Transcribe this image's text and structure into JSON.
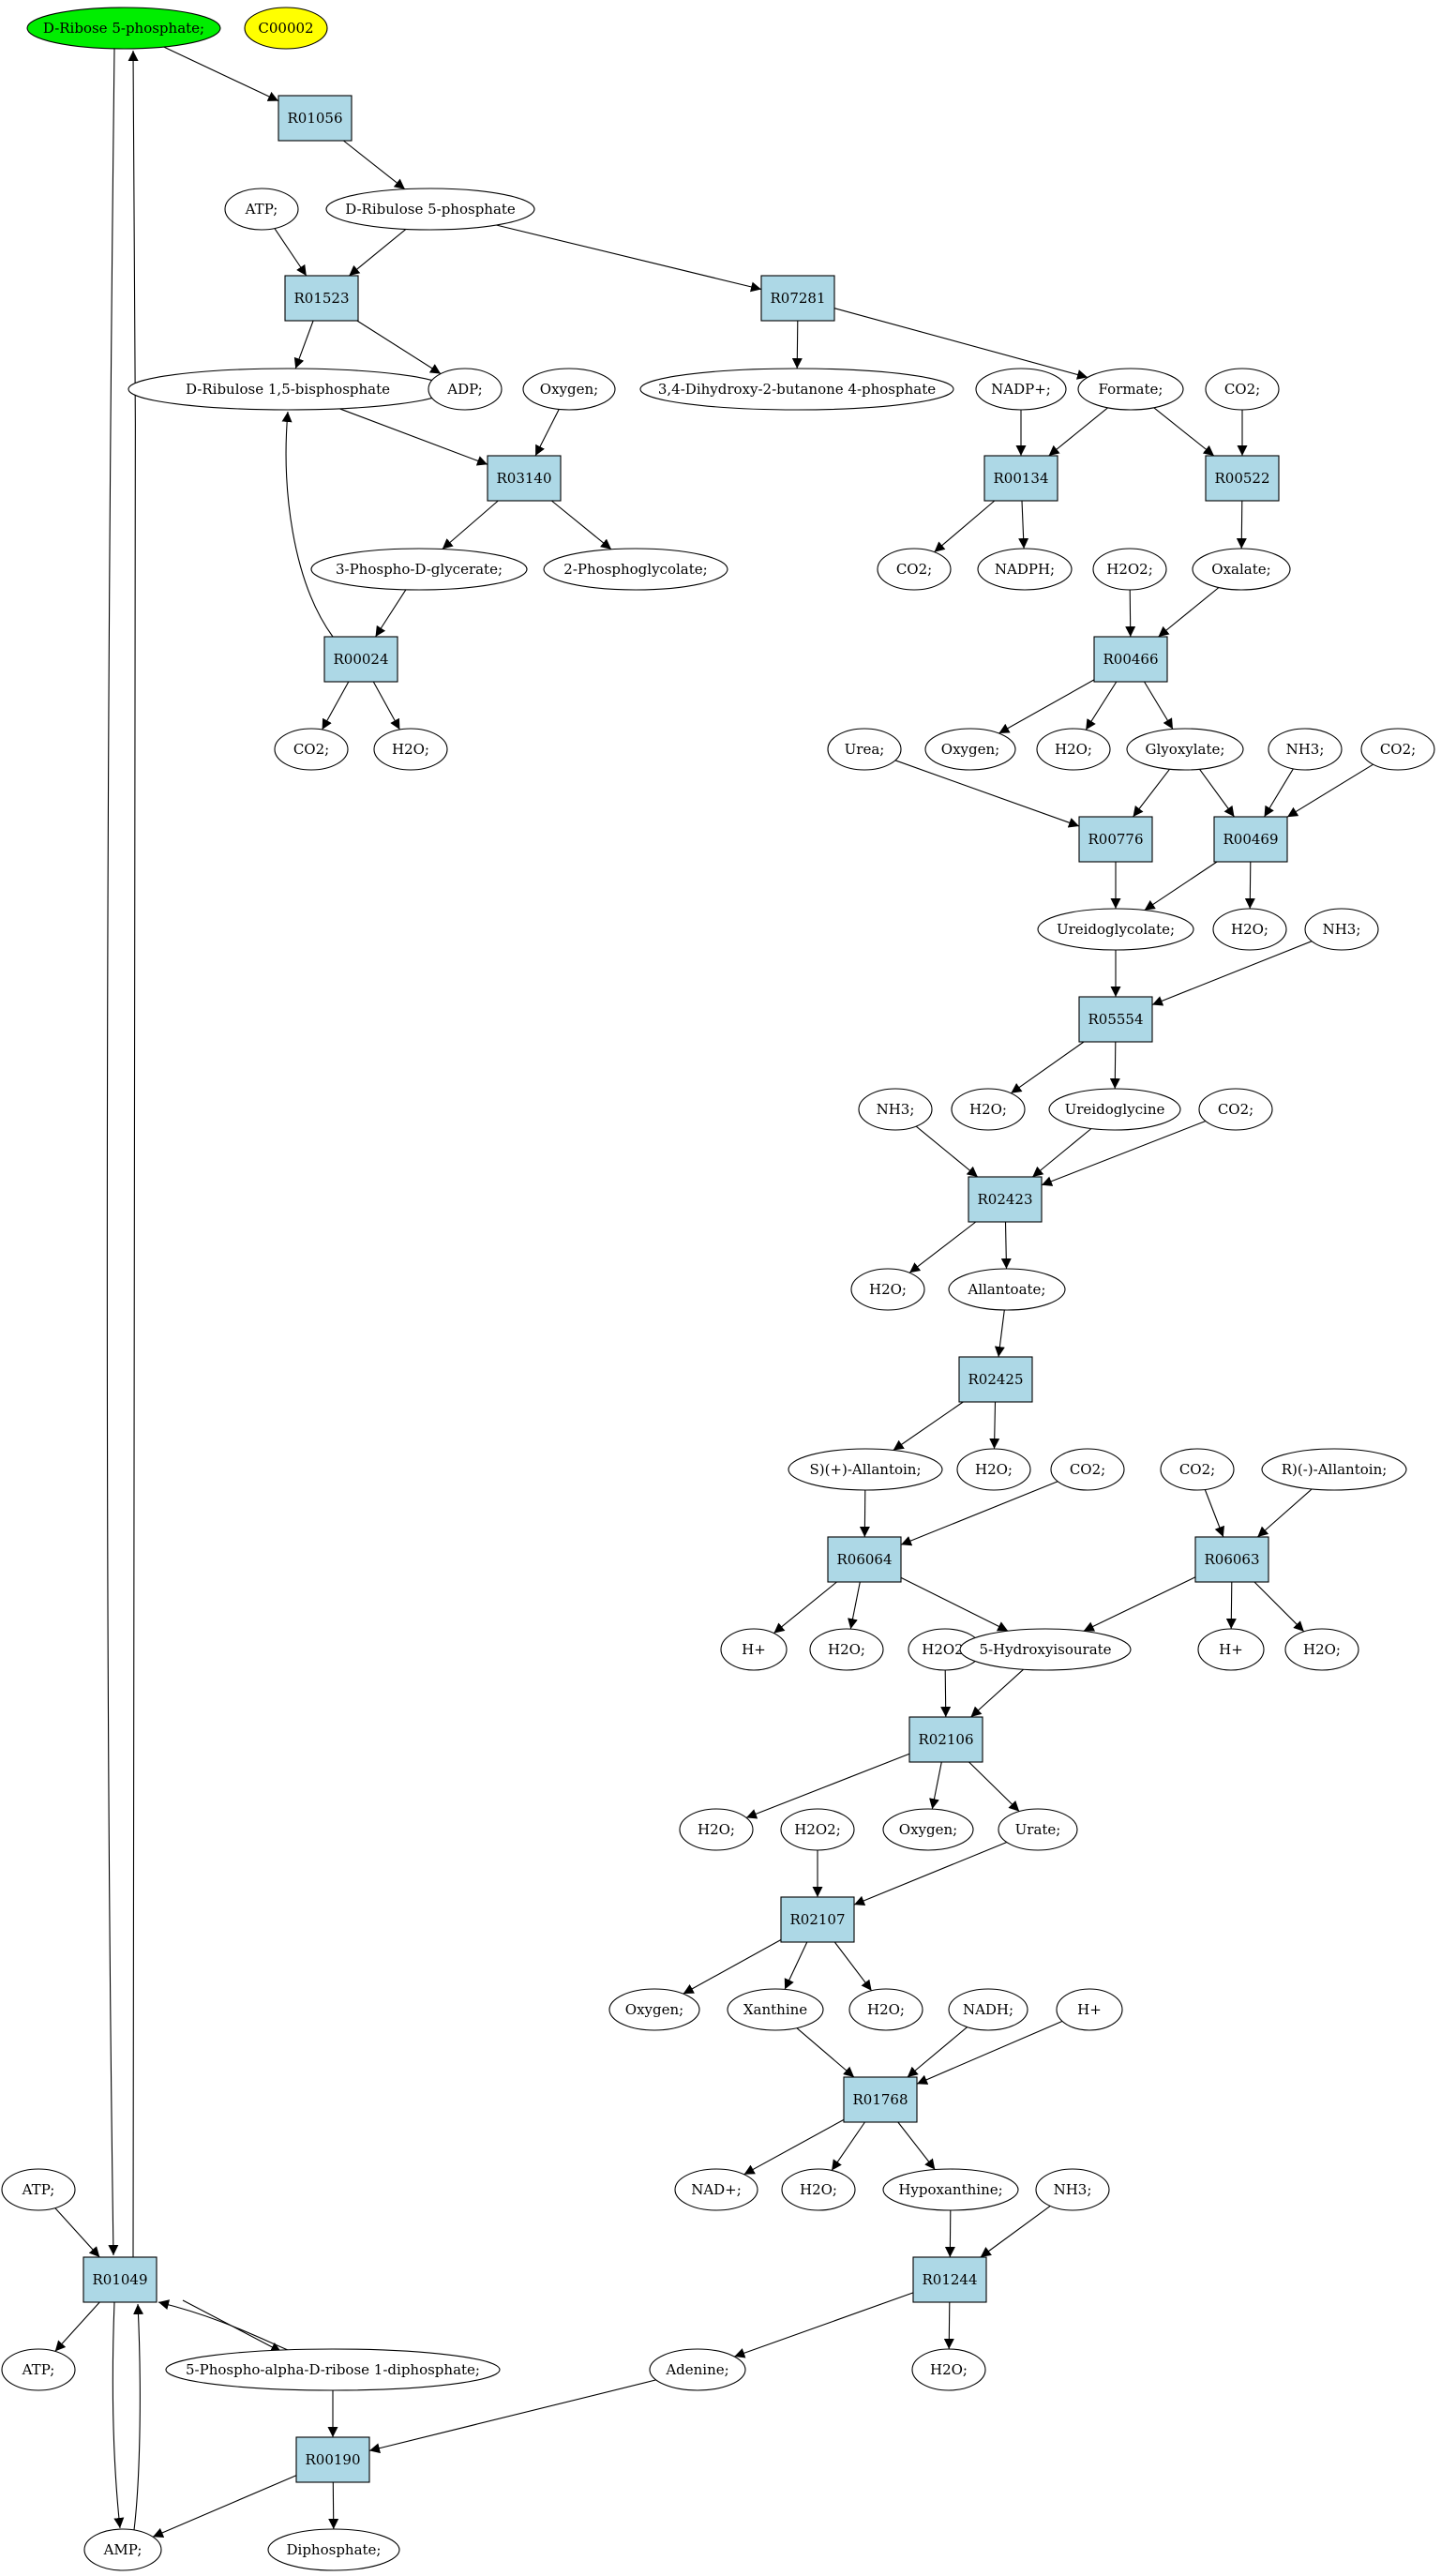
{
  "colors": {
    "start_node": "#00ee00",
    "id_node": "#ffff00",
    "reaction": "#add8e6",
    "compound": "#ffffff",
    "stroke": "#000000"
  },
  "nodes": [
    {
      "id": "n_drib5p_start",
      "label": "D-Ribose 5-phosphate;",
      "kind": "compound-start"
    },
    {
      "id": "n_c00002",
      "label": "C00002",
      "kind": "compound-id"
    },
    {
      "id": "R01056",
      "label": "R01056",
      "kind": "reaction"
    },
    {
      "id": "n_atp1",
      "label": "ATP;",
      "kind": "compound"
    },
    {
      "id": "n_dru5p",
      "label": "D-Ribulose 5-phosphate",
      "kind": "compound"
    },
    {
      "id": "R01523",
      "label": "R01523",
      "kind": "reaction"
    },
    {
      "id": "R07281",
      "label": "R07281",
      "kind": "reaction"
    },
    {
      "id": "n_drubp",
      "label": "D-Ribulose 1,5-bisphosphate",
      "kind": "compound"
    },
    {
      "id": "n_adp",
      "label": "ADP;",
      "kind": "compound"
    },
    {
      "id": "n_oxy1",
      "label": "Oxygen;",
      "kind": "compound"
    },
    {
      "id": "n_dhbp",
      "label": "3,4-Dihydroxy-2-butanone 4-phosphate",
      "kind": "compound"
    },
    {
      "id": "n_nadp",
      "label": "NADP+;",
      "kind": "compound"
    },
    {
      "id": "n_formate",
      "label": "Formate;",
      "kind": "compound"
    },
    {
      "id": "n_co2_a",
      "label": "CO2;",
      "kind": "compound"
    },
    {
      "id": "R03140",
      "label": "R03140",
      "kind": "reaction"
    },
    {
      "id": "R00134",
      "label": "R00134",
      "kind": "reaction"
    },
    {
      "id": "R00522",
      "label": "R00522",
      "kind": "reaction"
    },
    {
      "id": "n_3pg",
      "label": "3-Phospho-D-glycerate;",
      "kind": "compound"
    },
    {
      "id": "n_2pgc",
      "label": "2-Phosphoglycolate;",
      "kind": "compound"
    },
    {
      "id": "n_co2_b",
      "label": "CO2;",
      "kind": "compound"
    },
    {
      "id": "n_nadph",
      "label": "NADPH;",
      "kind": "compound"
    },
    {
      "id": "n_h2o2_a",
      "label": "H2O2;",
      "kind": "compound"
    },
    {
      "id": "n_oxalate",
      "label": "Oxalate;",
      "kind": "compound"
    },
    {
      "id": "R00024",
      "label": "R00024",
      "kind": "reaction"
    },
    {
      "id": "R00466",
      "label": "R00466",
      "kind": "reaction"
    },
    {
      "id": "n_co2_c",
      "label": "CO2;",
      "kind": "compound"
    },
    {
      "id": "n_h2o_a",
      "label": "H2O;",
      "kind": "compound"
    },
    {
      "id": "n_urea",
      "label": "Urea;",
      "kind": "compound"
    },
    {
      "id": "n_oxy2",
      "label": "Oxygen;",
      "kind": "compound"
    },
    {
      "id": "n_h2o_b",
      "label": "H2O;",
      "kind": "compound"
    },
    {
      "id": "n_glyox",
      "label": "Glyoxylate;",
      "kind": "compound"
    },
    {
      "id": "n_nh3_a",
      "label": "NH3;",
      "kind": "compound"
    },
    {
      "id": "n_co2_d",
      "label": "CO2;",
      "kind": "compound"
    },
    {
      "id": "R00776",
      "label": "R00776",
      "kind": "reaction"
    },
    {
      "id": "R00469",
      "label": "R00469",
      "kind": "reaction"
    },
    {
      "id": "n_ureidogc",
      "label": "Ureidoglycolate;",
      "kind": "compound"
    },
    {
      "id": "n_h2o_c",
      "label": "H2O;",
      "kind": "compound"
    },
    {
      "id": "n_nh3_b",
      "label": "NH3;",
      "kind": "compound"
    },
    {
      "id": "R05554",
      "label": "R05554",
      "kind": "reaction"
    },
    {
      "id": "n_nh3_c",
      "label": "NH3;",
      "kind": "compound"
    },
    {
      "id": "n_h2o_d",
      "label": "H2O;",
      "kind": "compound"
    },
    {
      "id": "n_ureidogly",
      "label": "Ureidoglycine",
      "kind": "compound"
    },
    {
      "id": "n_co2_e",
      "label": "CO2;",
      "kind": "compound"
    },
    {
      "id": "R02423",
      "label": "R02423",
      "kind": "reaction"
    },
    {
      "id": "n_h2o_e",
      "label": "H2O;",
      "kind": "compound"
    },
    {
      "id": "n_allantoate",
      "label": "Allantoate;",
      "kind": "compound"
    },
    {
      "id": "R02425",
      "label": "R02425",
      "kind": "reaction"
    },
    {
      "id": "n_sallant",
      "label": "S)(+)-Allantoin;",
      "kind": "compound"
    },
    {
      "id": "n_h2o_f",
      "label": "H2O;",
      "kind": "compound"
    },
    {
      "id": "n_co2_f",
      "label": "CO2;",
      "kind": "compound"
    },
    {
      "id": "n_co2_g",
      "label": "CO2;",
      "kind": "compound"
    },
    {
      "id": "n_rallant",
      "label": "R)(-)-Allantoin;",
      "kind": "compound"
    },
    {
      "id": "R06064",
      "label": "R06064",
      "kind": "reaction"
    },
    {
      "id": "R06063",
      "label": "R06063",
      "kind": "reaction"
    },
    {
      "id": "n_hplus_a",
      "label": "H+",
      "kind": "compound"
    },
    {
      "id": "n_h2o_g",
      "label": "H2O;",
      "kind": "compound"
    },
    {
      "id": "n_h2o2_b",
      "label": "H2O2;",
      "kind": "compound"
    },
    {
      "id": "n_5hiu",
      "label": "5-Hydroxyisourate",
      "kind": "compound"
    },
    {
      "id": "n_hplus_b",
      "label": "H+",
      "kind": "compound"
    },
    {
      "id": "n_h2o_h",
      "label": "H2O;",
      "kind": "compound"
    },
    {
      "id": "R02106",
      "label": "R02106",
      "kind": "reaction"
    },
    {
      "id": "n_h2o_i",
      "label": "H2O;",
      "kind": "compound"
    },
    {
      "id": "n_h2o2_c",
      "label": "H2O2;",
      "kind": "compound"
    },
    {
      "id": "n_oxy3",
      "label": "Oxygen;",
      "kind": "compound"
    },
    {
      "id": "n_urate",
      "label": "Urate;",
      "kind": "compound"
    },
    {
      "id": "R02107",
      "label": "R02107",
      "kind": "reaction"
    },
    {
      "id": "n_oxy4",
      "label": "Oxygen;",
      "kind": "compound"
    },
    {
      "id": "n_xanthine",
      "label": "Xanthine",
      "kind": "compound"
    },
    {
      "id": "n_h2o_j",
      "label": "H2O;",
      "kind": "compound"
    },
    {
      "id": "n_nadh",
      "label": "NADH;",
      "kind": "compound"
    },
    {
      "id": "n_hplus_c",
      "label": "H+",
      "kind": "compound"
    },
    {
      "id": "R01768",
      "label": "R01768",
      "kind": "reaction"
    },
    {
      "id": "n_atp2",
      "label": "ATP;",
      "kind": "compound"
    },
    {
      "id": "n_nad",
      "label": "NAD+;",
      "kind": "compound"
    },
    {
      "id": "n_h2o_k",
      "label": "H2O;",
      "kind": "compound"
    },
    {
      "id": "n_hypox",
      "label": "Hypoxanthine;",
      "kind": "compound"
    },
    {
      "id": "n_nh3_d",
      "label": "NH3;",
      "kind": "compound"
    },
    {
      "id": "R01049",
      "label": "R01049",
      "kind": "reaction"
    },
    {
      "id": "R01244",
      "label": "R01244",
      "kind": "reaction"
    },
    {
      "id": "n_atp3",
      "label": "ATP;",
      "kind": "compound"
    },
    {
      "id": "n_prpp",
      "label": "5-Phospho-alpha-D-ribose 1-diphosphate;",
      "kind": "compound"
    },
    {
      "id": "n_adenine",
      "label": "Adenine;",
      "kind": "compound"
    },
    {
      "id": "n_h2o_l",
      "label": "H2O;",
      "kind": "compound"
    },
    {
      "id": "R00190",
      "label": "R00190",
      "kind": "reaction"
    },
    {
      "id": "n_amp",
      "label": "AMP;",
      "kind": "compound"
    },
    {
      "id": "n_diphos",
      "label": "Diphosphate;",
      "kind": "compound"
    }
  ],
  "edges": [
    {
      "from": "n_drib5p_start",
      "to": "R01056"
    },
    {
      "from": "R01056",
      "to": "n_dru5p"
    },
    {
      "from": "n_atp1",
      "to": "R01523"
    },
    {
      "from": "n_dru5p",
      "to": "R01523"
    },
    {
      "from": "n_dru5p",
      "to": "R07281"
    },
    {
      "from": "R01523",
      "to": "n_drubp"
    },
    {
      "from": "R01523",
      "to": "n_adp"
    },
    {
      "from": "R07281",
      "to": "n_dhbp"
    },
    {
      "from": "R07281",
      "to": "n_formate"
    },
    {
      "from": "n_drubp",
      "to": "R03140"
    },
    {
      "from": "n_oxy1",
      "to": "R03140"
    },
    {
      "from": "n_nadp",
      "to": "R00134"
    },
    {
      "from": "n_formate",
      "to": "R00134"
    },
    {
      "from": "n_formate",
      "to": "R00522"
    },
    {
      "from": "n_co2_a",
      "to": "R00522"
    },
    {
      "from": "R03140",
      "to": "n_3pg"
    },
    {
      "from": "R03140",
      "to": "n_2pgc"
    },
    {
      "from": "R00134",
      "to": "n_co2_b"
    },
    {
      "from": "R00134",
      "to": "n_nadph"
    },
    {
      "from": "R00522",
      "to": "n_oxalate"
    },
    {
      "from": "n_3pg",
      "to": "R00024"
    },
    {
      "from": "R00024",
      "to": "n_drubp"
    },
    {
      "from": "R00024",
      "to": "n_co2_c"
    },
    {
      "from": "R00024",
      "to": "n_h2o_a"
    },
    {
      "from": "n_h2o2_a",
      "to": "R00466"
    },
    {
      "from": "n_oxalate",
      "to": "R00466"
    },
    {
      "from": "R00466",
      "to": "n_oxy2"
    },
    {
      "from": "R00466",
      "to": "n_h2o_b"
    },
    {
      "from": "R00466",
      "to": "n_glyox"
    },
    {
      "from": "n_urea",
      "to": "R00776"
    },
    {
      "from": "n_glyox",
      "to": "R00776"
    },
    {
      "from": "n_glyox",
      "to": "R00469"
    },
    {
      "from": "n_nh3_a",
      "to": "R00469"
    },
    {
      "from": "n_co2_d",
      "to": "R00469"
    },
    {
      "from": "R00776",
      "to": "n_ureidogc"
    },
    {
      "from": "R00469",
      "to": "n_ureidogc"
    },
    {
      "from": "R00469",
      "to": "n_h2o_c"
    },
    {
      "from": "n_ureidogc",
      "to": "R05554"
    },
    {
      "from": "n_nh3_b",
      "to": "R05554"
    },
    {
      "from": "R05554",
      "to": "n_h2o_d"
    },
    {
      "from": "R05554",
      "to": "n_ureidogly"
    },
    {
      "from": "n_nh3_c",
      "to": "R02423"
    },
    {
      "from": "n_ureidogly",
      "to": "R02423"
    },
    {
      "from": "n_co2_e",
      "to": "R02423"
    },
    {
      "from": "R02423",
      "to": "n_h2o_e"
    },
    {
      "from": "R02423",
      "to": "n_allantoate"
    },
    {
      "from": "n_allantoate",
      "to": "R02425"
    },
    {
      "from": "R02425",
      "to": "n_sallant"
    },
    {
      "from": "R02425",
      "to": "n_h2o_f"
    },
    {
      "from": "n_sallant",
      "to": "R06064"
    },
    {
      "from": "n_co2_f",
      "to": "R06064"
    },
    {
      "from": "n_co2_g",
      "to": "R06063"
    },
    {
      "from": "n_rallant",
      "to": "R06063"
    },
    {
      "from": "R06064",
      "to": "n_hplus_a"
    },
    {
      "from": "R06064",
      "to": "n_h2o_g"
    },
    {
      "from": "R06064",
      "to": "n_5hiu"
    },
    {
      "from": "R06063",
      "to": "n_5hiu"
    },
    {
      "from": "R06063",
      "to": "n_hplus_b"
    },
    {
      "from": "R06063",
      "to": "n_h2o_h"
    },
    {
      "from": "n_h2o2_b",
      "to": "R02106"
    },
    {
      "from": "n_5hiu",
      "to": "R02106"
    },
    {
      "from": "R02106",
      "to": "n_h2o_i"
    },
    {
      "from": "R02106",
      "to": "n_oxy3"
    },
    {
      "from": "R02106",
      "to": "n_urate"
    },
    {
      "from": "n_h2o2_c",
      "to": "R02107"
    },
    {
      "from": "n_urate",
      "to": "R02107"
    },
    {
      "from": "R02107",
      "to": "n_oxy4"
    },
    {
      "from": "R02107",
      "to": "n_xanthine"
    },
    {
      "from": "R02107",
      "to": "n_h2o_j"
    },
    {
      "from": "n_xanthine",
      "to": "R01768"
    },
    {
      "from": "n_nadh",
      "to": "R01768"
    },
    {
      "from": "n_hplus_c",
      "to": "R01768"
    },
    {
      "from": "R01768",
      "to": "n_nad"
    },
    {
      "from": "R01768",
      "to": "n_h2o_k"
    },
    {
      "from": "R01768",
      "to": "n_hypox"
    },
    {
      "from": "n_hypox",
      "to": "R01244"
    },
    {
      "from": "n_nh3_d",
      "to": "R01244"
    },
    {
      "from": "R01244",
      "to": "n_adenine"
    },
    {
      "from": "R01244",
      "to": "n_h2o_l"
    },
    {
      "from": "n_atp2",
      "to": "R01049"
    },
    {
      "from": "n_drib5p_start",
      "to": "R01049"
    },
    {
      "from": "R01049",
      "to": "n_drib5p_start"
    },
    {
      "from": "R01049",
      "to": "n_atp3"
    },
    {
      "from": "R01049",
      "to": "n_amp"
    },
    {
      "from": "n_amp",
      "to": "R01049"
    },
    {
      "from": "R01049",
      "to": "n_prpp"
    },
    {
      "from": "n_prpp",
      "to": "R01049"
    },
    {
      "from": "n_prpp",
      "to": "R00190"
    },
    {
      "from": "n_adenine",
      "to": "R00190"
    },
    {
      "from": "R00190",
      "to": "n_amp"
    },
    {
      "from": "R00190",
      "to": "n_diphos"
    }
  ]
}
